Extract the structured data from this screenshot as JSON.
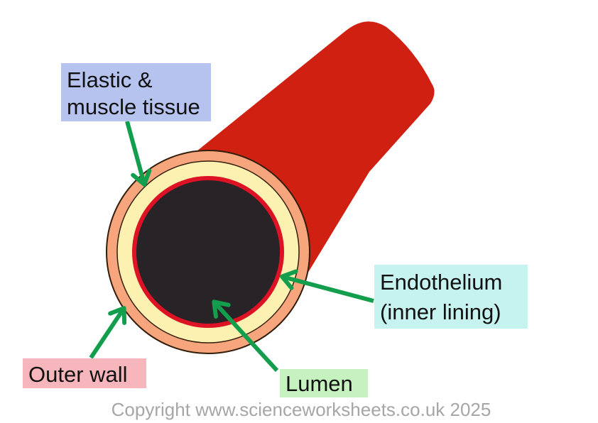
{
  "diagram": {
    "subject": "artery cross-section",
    "labels": {
      "elastic_muscle": {
        "line1": "Elastic &",
        "line2": "muscle tissue",
        "bg": "#b6c3ef"
      },
      "endothelium": {
        "line1": "Endothelium",
        "line2": "(inner lining)",
        "bg": "#c6f2f0"
      },
      "outer_wall": {
        "text": "Outer wall",
        "bg": "#f6b6bb"
      },
      "lumen": {
        "text": "Lumen",
        "bg": "#c5f2bf"
      }
    },
    "colors": {
      "tube": "#cf2012",
      "outer_wall_ring": "#f6a57c",
      "muscle_ring": "#fcf1b0",
      "endothelium_ring": "#de1225",
      "lumen_core": "#282327",
      "ring_outline": "#331e0b",
      "arrow": "#129e4d",
      "label_text": "#111111",
      "copyright": "#a6a6a6",
      "background": "#ffffff"
    },
    "footer": {
      "copyright": "Copyright www.scienceworksheets.co.uk 2025"
    }
  }
}
